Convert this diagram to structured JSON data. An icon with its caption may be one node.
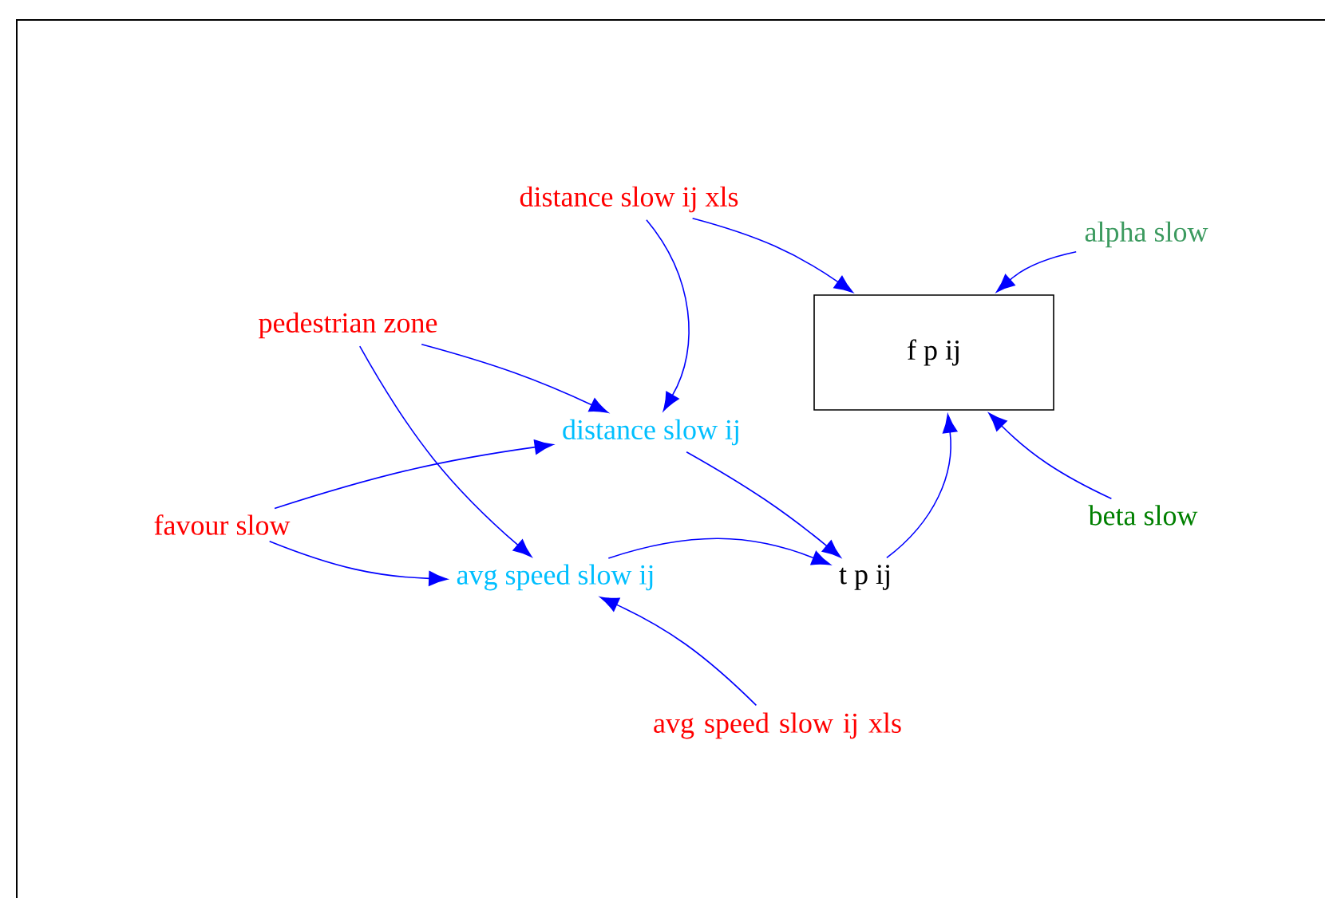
{
  "diagram": {
    "nodes": [
      {
        "text": [
          "distance slow ij xls"
        ]
      },
      {
        "text": [
          "alpha slow"
        ]
      },
      {
        "text": [
          "f p ij"
        ]
      },
      {
        "text": [
          "pedestrian zone"
        ]
      },
      {
        "text": [
          "distance slow ij"
        ]
      },
      {
        "text": [
          "beta slow"
        ]
      },
      {
        "text": [
          "favour slow"
        ]
      },
      {
        "text": [
          "avg speed slow ij"
        ]
      },
      {
        "text": [
          "t p ij"
        ]
      },
      {
        "text": [
          "avg speed slow ij xls"
        ]
      }
    ],
    "edges": [
      {
        "from": 0,
        "to": 2,
        "arrow": "to"
      },
      {
        "from": 0,
        "to": 4,
        "arrow": "to"
      },
      {
        "from": 1,
        "to": 2,
        "arrow": "to"
      },
      {
        "from": 3,
        "to": 4,
        "arrow": "to"
      },
      {
        "from": 3,
        "to": 7,
        "arrow": "to"
      },
      {
        "from": 6,
        "to": 4,
        "arrow": "to"
      },
      {
        "from": 6,
        "to": 7,
        "arrow": "to"
      },
      {
        "from": 4,
        "to": 8,
        "arrow": "to"
      },
      {
        "from": 7,
        "to": 8,
        "arrow": "to"
      },
      {
        "from": 8,
        "to": 2,
        "arrow": "to"
      },
      {
        "from": 5,
        "to": 2,
        "arrow": "to"
      },
      {
        "from": 9,
        "to": 7,
        "arrow": "to"
      }
    ]
  }
}
